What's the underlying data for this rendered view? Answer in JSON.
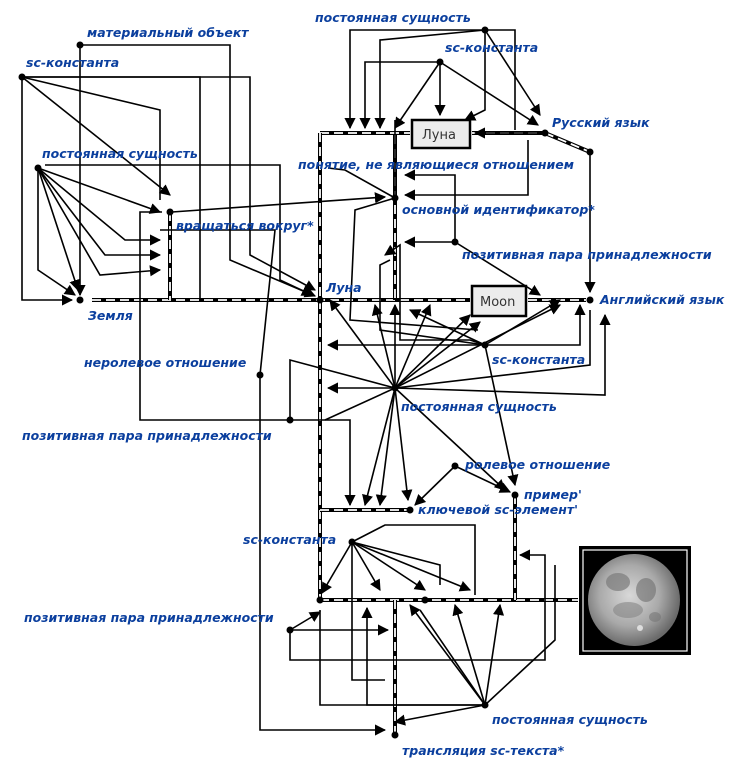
{
  "labels": {
    "material_object": "материальный объект",
    "sc_constant_top": "sc-константа",
    "sc_constant_left": "sc-константа",
    "const_entity_top": "постоянная сущность",
    "const_entity_left": "постоянная сущность",
    "russian": "Русский язык",
    "concept_not_relation": "понятие, не являющиеся отношением",
    "main_identifier": "основной идентификатор*",
    "rotate_around": "вращаться вокруг*",
    "positive_pair_right": "позитивная пара принадлежности",
    "moon_node": "Луна",
    "english": "Английский язык",
    "earth": "Земля",
    "sc_constant_mid": "sc-константа",
    "nonrole_relation": "неролевое отношение",
    "const_entity_mid": "постоянная сущность",
    "positive_pair_left": "позитивная пара принадлежности",
    "role_relation": "ролевое отношение",
    "example": "пример'",
    "key_sc_element": "ключевой sc-элемент'",
    "sc_constant_bottom": "sc-константа",
    "positive_pair_bottom": "позитивная пара принадлежности",
    "const_entity_bottom": "постоянная сущность",
    "translation": "трансляция sc-текста*"
  },
  "boxes": {
    "luna_text": "Луна",
    "moon_text": "Moon"
  },
  "icons": {
    "moon_photo": "full-moon-image"
  },
  "colors": {
    "label": "#0b3f9e",
    "line": "#000000"
  }
}
